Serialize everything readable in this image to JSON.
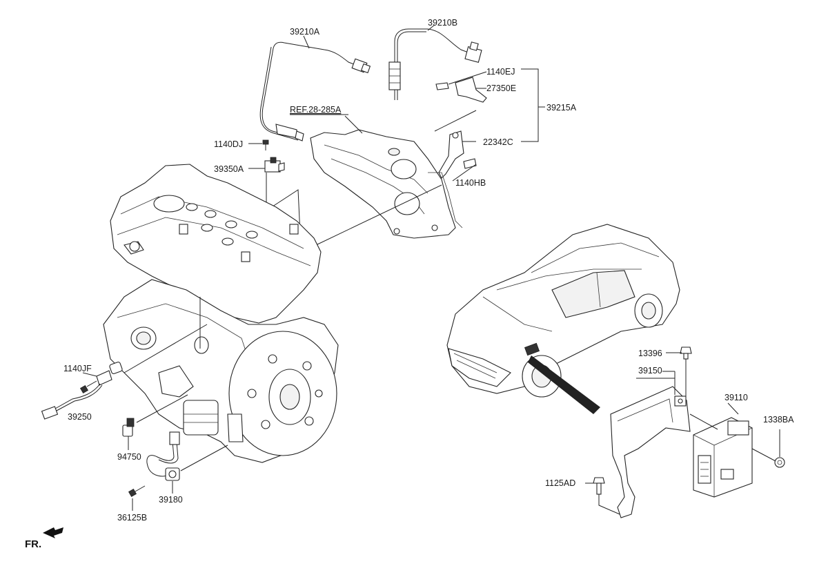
{
  "diagram": {
    "callouts": {
      "p39210A": "39210A",
      "p39210B": "39210B",
      "p1140EJ": "1140EJ",
      "p27350E": "27350E",
      "p39215A": "39215A",
      "p22342C": "22342C",
      "pREF": "REF.28-285A",
      "p1140DJ": "1140DJ",
      "p39350A": "39350A",
      "p1140HB": "1140HB",
      "p1140JF": "1140JF",
      "p39250": "39250",
      "p94750": "94750",
      "p39180": "39180",
      "p36125B": "36125B",
      "p13396": "13396",
      "p39150": "39150",
      "p39110": "39110",
      "p1338BA": "1338BA",
      "p1125AD": "1125AD"
    },
    "front_label": "FR."
  }
}
